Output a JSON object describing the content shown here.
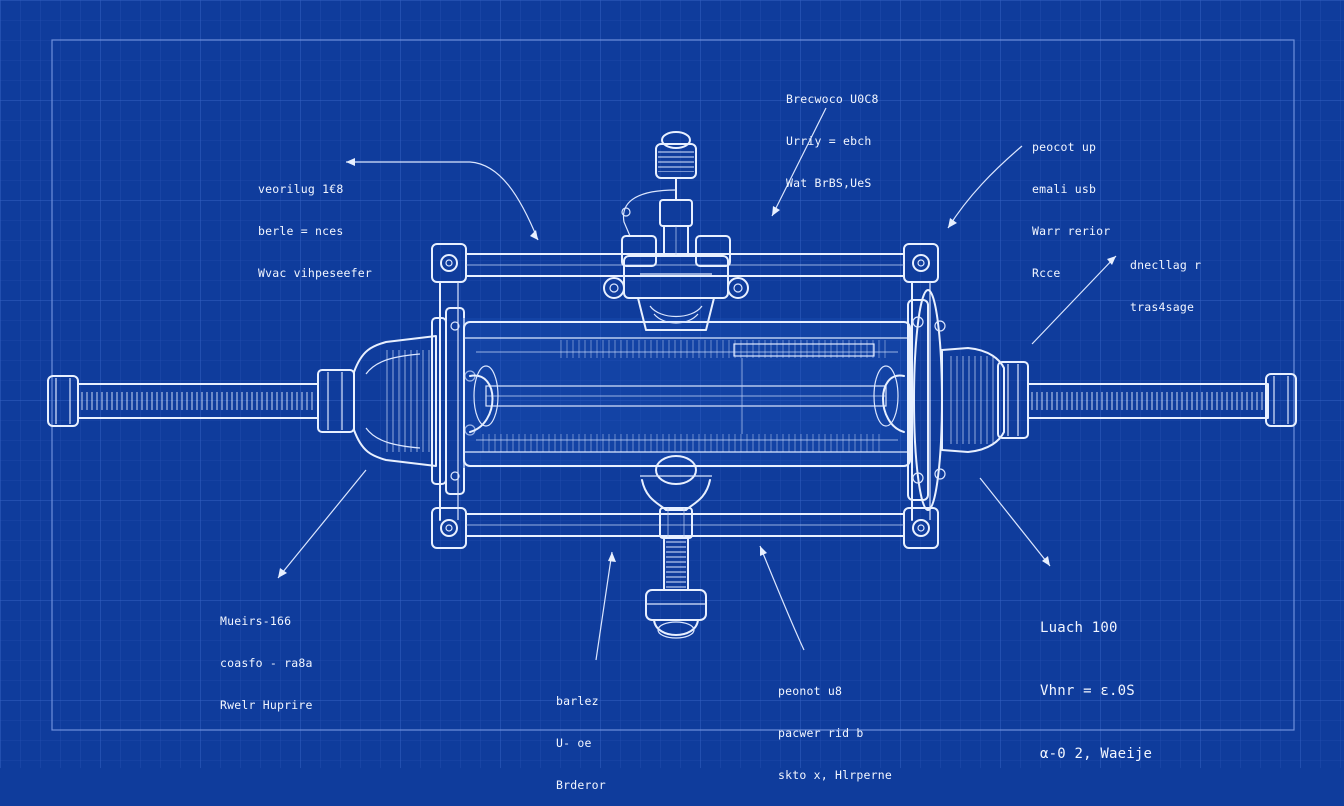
{
  "palette": {
    "background": "#0f3c9c",
    "line": "#e8f0ff",
    "grid": "#2a56b6"
  },
  "annotations": {
    "top_left": [
      "veorilug 1€8",
      "berle = nces",
      "Wvac vihpeseefer"
    ],
    "top_center": [
      "Brecwoco U0C8",
      "Urriy = ebch",
      "Wat BrBS,UeS"
    ],
    "top_right": [
      "peocot up",
      "emali usb",
      "Warr rerior",
      "Rcce"
    ],
    "right_upper": [
      "dnecllag r",
      "tras4sage"
    ],
    "bottom_left": [
      "Mueirs-166",
      "coasfo - ra8a",
      "Rwelr Huprire"
    ],
    "bottom_center_left": [
      "barlez",
      "U- oe",
      "Brderor"
    ],
    "bottom_center_right": [
      "peonot u8",
      "pacwer rid b",
      "skto x, Hlrperne"
    ],
    "bottom_right": [
      "Luach 100",
      "Vhnr = ε.0S",
      "α-0 2, Waeije"
    ]
  }
}
